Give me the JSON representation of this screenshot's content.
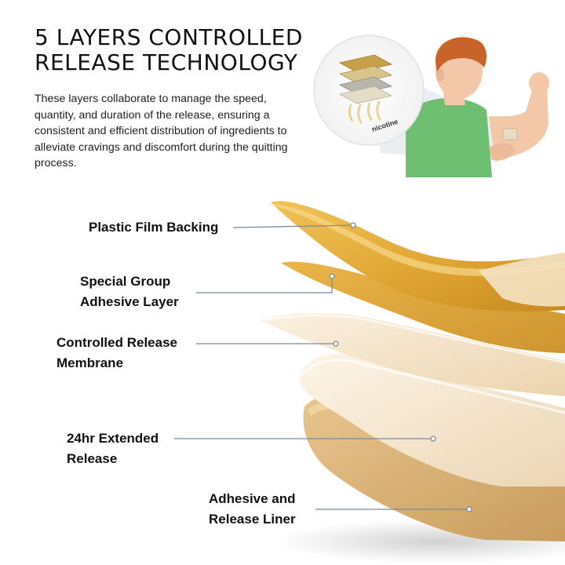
{
  "header": {
    "title_line1": "5 LAYERS CONTROLLED",
    "title_line2": "RELEASE TECHNOLOGY",
    "description": "These layers collaborate to manage the speed, quantity, and duration of the release, ensuring a consistent and efficient distribution of ingredients to alleviate cravings and discomfort during the quitting process."
  },
  "inset": {
    "icon": "patch-layers-icon",
    "caption": "nicotine"
  },
  "labels": {
    "plastic_film": "Plastic Film Backing",
    "special_group_1": "Special Group",
    "special_group_2": "Adhesive Layer",
    "controlled_1": "Controlled Release",
    "controlled_2": "Membrane",
    "extended_1": "24hr Extended",
    "extended_2": "Release",
    "liner_1": "Adhesive and",
    "liner_2": "Release Liner"
  },
  "colors": {
    "gold": "#e0a633",
    "cream": "#f4e3c6",
    "tan": "#d8b27b",
    "shirt": "#6fbf73",
    "hair": "#c8642a",
    "skin": "#f2c8a8",
    "leader_line": "#7d8b9c"
  }
}
